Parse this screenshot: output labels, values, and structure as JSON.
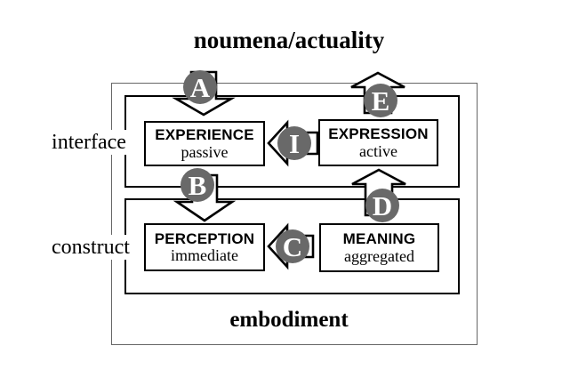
{
  "title": "noumena/actuality",
  "embodiment_label": "embodiment",
  "rows": [
    {
      "label": "interface",
      "left_box": {
        "title": "EXPERIENCE",
        "subtitle": "passive"
      },
      "right_box": {
        "title": "EXPRESSION",
        "subtitle": "active"
      }
    },
    {
      "label": "construct",
      "left_box": {
        "title": "PERCEPTION",
        "subtitle": "immediate"
      },
      "right_box": {
        "title": "MEANING",
        "subtitle": "aggregated"
      }
    }
  ],
  "badges": {
    "a": "A",
    "b": "B",
    "c": "C",
    "d": "D",
    "e": "E",
    "i": "I"
  },
  "colors": {
    "badge_fill": "#696969",
    "badge_text": "#ffffff",
    "line": "#000000",
    "background": "#ffffff"
  }
}
